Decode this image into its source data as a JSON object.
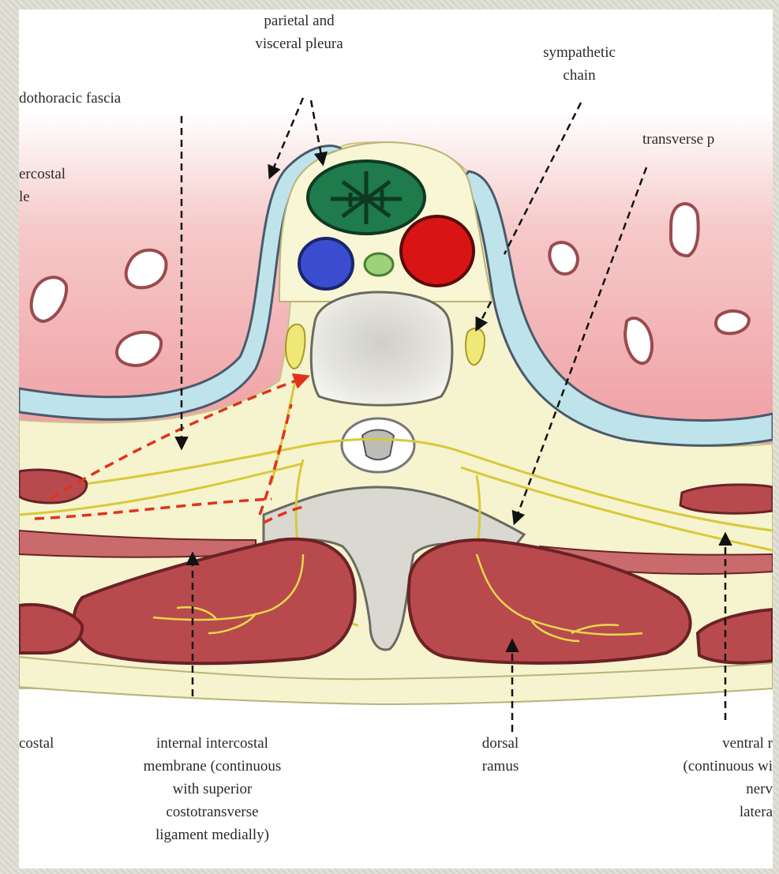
{
  "labels": {
    "parietal_pleura": "parietal and\nvisceral pleura",
    "sympathetic_chain": "sympathetic\nchain",
    "endothoracic_fascia": "dothoracic fascia",
    "intercostal_muscle": "ercostal\nle",
    "transverse_process": "transverse p",
    "intercostal_bottom": "costal",
    "internal_intercostal_membrane": "internal intercostal\nmembrane (continuous\nwith superior\ncostotransverse\nligament medially)",
    "dorsal_ramus": "dorsal\nramus",
    "ventral_ramus": "ventral r\n(continuous wi\nnerv\nlatera"
  },
  "colors": {
    "lung": "#f1b2b2",
    "pleura": "#bfe3ea",
    "fascia": "#f6f3cf",
    "muscle": "#b84a4e",
    "vertebra": "#d9d9d1",
    "aorta": "#d81414",
    "azygos": "#3a4dd0",
    "esophagus": "#1f7a4c",
    "nerve": "#d8c93a",
    "injection_path": "#e0331c"
  }
}
